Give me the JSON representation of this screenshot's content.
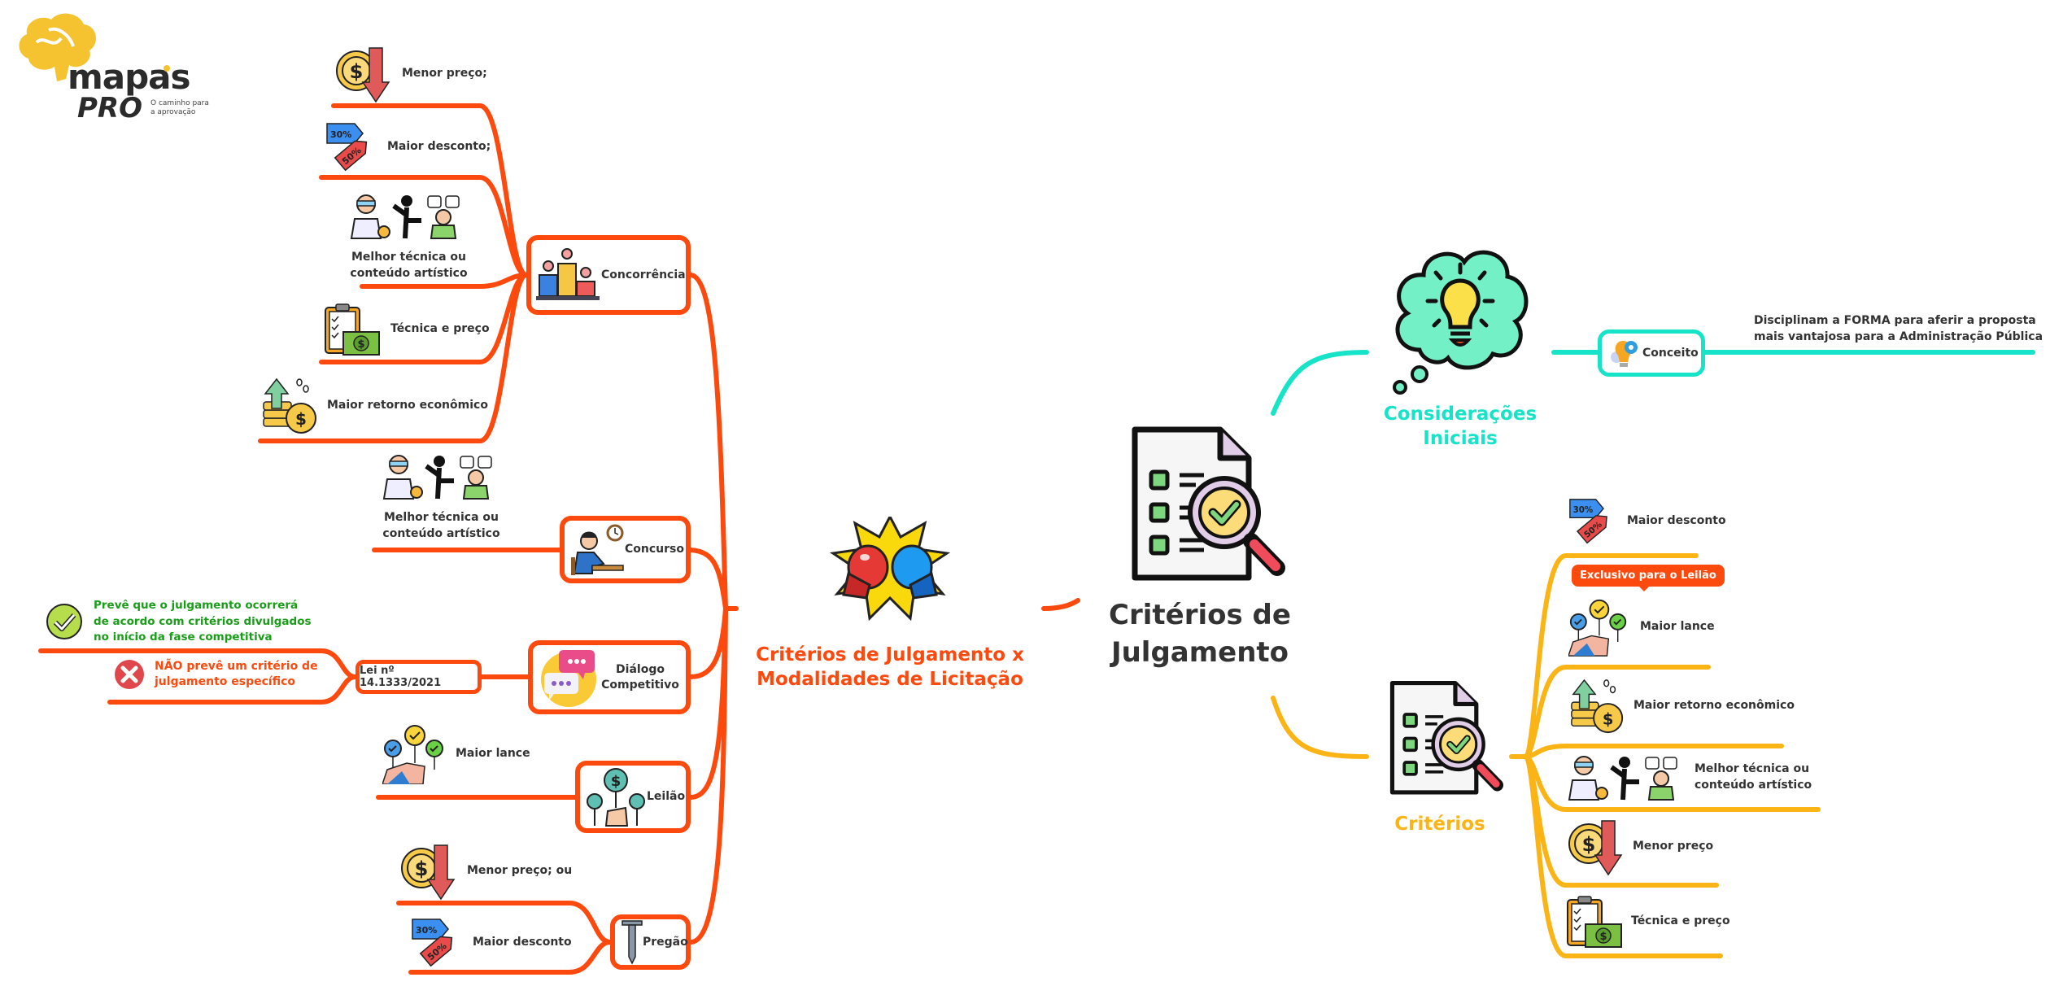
{
  "colors": {
    "orange_branch": "#fc4a0f",
    "teal_branch": "#17e3c8",
    "yellow_branch": "#fbb415",
    "green_note": "#1a9e1a",
    "red_note": "#fc4a0f",
    "dark_text": "#333333"
  },
  "logo": {
    "brand": "mapas",
    "sub": "PRO",
    "tagline_1": "O caminho para",
    "tagline_2": "a aprovação",
    "icon": "brain-icon"
  },
  "left_topic": {
    "title_line1": "Critérios de Julgamento x",
    "title_line2": "Modalidades de Licitação",
    "icon": "boxing-gloves-icon"
  },
  "central_topic": {
    "title_line1": "Critérios de",
    "title_line2": "Julgamento",
    "icon": "checklist-magnifier-icon"
  },
  "modalidades": [
    {
      "label": "Concorrência",
      "icon": "podium-icon",
      "criteria": [
        {
          "label": "Menor preço;",
          "icon": "price-down-icon"
        },
        {
          "label": "Maior desconto;",
          "icon": "discount-tags-icon"
        },
        {
          "label_line1": "Melhor técnica ou",
          "label_line2": "conteúdo artístico",
          "icon": "technique-art-icon"
        },
        {
          "label": "Técnica e preço",
          "icon": "clipboard-money-icon"
        },
        {
          "label": "Maior retorno econômico",
          "icon": "coins-growth-icon"
        }
      ]
    },
    {
      "label": "Concurso",
      "icon": "person-writing-icon",
      "criteria": [
        {
          "label_line1": "Melhor técnica ou",
          "label_line2": "conteúdo artístico",
          "icon": "technique-art-icon"
        }
      ]
    },
    {
      "label_line1": "Diálogo",
      "label_line2": "Competitivo",
      "icon": "chat-bubbles-icon",
      "law": "Lei nº 14.1333/2021",
      "notes": [
        {
          "line1": "Prevê que o julgamento ocorrerá",
          "line2": "de acordo com critérios divulgados",
          "line3": "no início da fase competitiva",
          "icon": "check-circle-icon"
        },
        {
          "line1": "NÃO prevê um critério de",
          "line2": "julgamento específico",
          "icon": "x-circle-icon"
        }
      ]
    },
    {
      "label": "Leilão",
      "icon": "auction-paddles-icon",
      "criteria": [
        {
          "label": "Maior lance",
          "icon": "raised-hands-check-icon"
        }
      ]
    },
    {
      "label": "Pregão",
      "icon": "nail-icon",
      "criteria": [
        {
          "label": "Menor preço; ou",
          "icon": "price-down-icon"
        },
        {
          "label": "Maior desconto",
          "icon": "discount-tags-icon"
        }
      ]
    }
  ],
  "consideracoes": {
    "title_line1": "Considerações",
    "title_line2": "Iniciais",
    "icon": "lightbulb-cloud-icon",
    "conceito": {
      "label": "Conceito",
      "icon": "lightbulb-gear-icon",
      "definition_line1": "Disciplinam a FORMA para aferir a proposta",
      "definition_line2": "mais vantajosa para a Administração Pública"
    }
  },
  "criterios": {
    "title": "Critérios",
    "icon": "checklist-magnifier-icon",
    "callout": "Exclusivo para o Leilão",
    "items": [
      {
        "label": "Maior desconto",
        "icon": "discount-tags-icon"
      },
      {
        "label": "Maior lance",
        "icon": "raised-hands-check-icon"
      },
      {
        "label": "Maior retorno econômico",
        "icon": "coins-growth-icon"
      },
      {
        "label_line1": "Melhor técnica ou",
        "label_line2": "conteúdo artístico",
        "icon": "technique-art-icon"
      },
      {
        "label": "Menor preço",
        "icon": "price-down-icon"
      },
      {
        "label": "Técnica e preço",
        "icon": "clipboard-money-icon"
      }
    ]
  }
}
